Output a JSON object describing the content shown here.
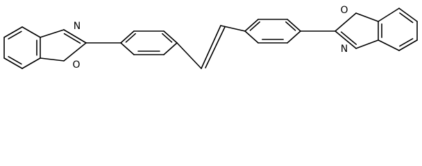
{
  "molecule": {
    "atoms": [
      {
        "label": "N",
        "name": "nitrogen-label-left"
      },
      {
        "label": "O",
        "name": "oxygen-label-left"
      },
      {
        "label": "O",
        "name": "oxygen-label-right"
      },
      {
        "label": "N",
        "name": "nitrogen-label-right"
      }
    ]
  },
  "colors": {
    "bond": "#000000",
    "background": "#ffffff"
  }
}
